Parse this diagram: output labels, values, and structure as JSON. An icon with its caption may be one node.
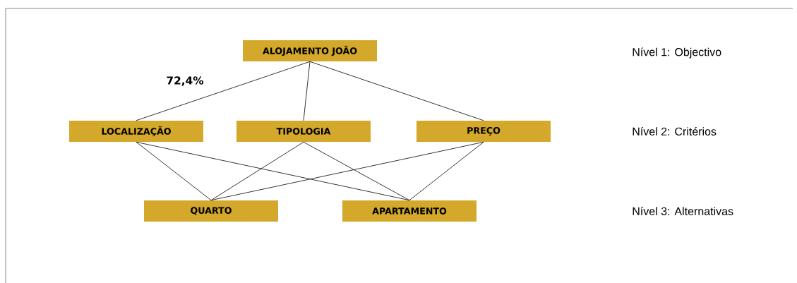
{
  "diagram": {
    "nodes": [
      {
        "text": [
          "ALOJAMENTO JOÃO"
        ]
      },
      {
        "text": [
          "LOCALIZAÇÃO"
        ]
      },
      {
        "text": [
          "TIPOLOGIA"
        ]
      },
      {
        "text": [
          "PREÇO"
        ]
      },
      {
        "text": [
          "QUARTO"
        ]
      },
      {
        "text": [
          "APARTAMENTO"
        ]
      }
    ],
    "edges": [
      {
        "from": 0,
        "to": 1,
        "arrow": "none",
        "label": "72,4%"
      },
      {
        "from": 0,
        "to": 2,
        "arrow": "none"
      },
      {
        "from": 0,
        "to": 3,
        "arrow": "none"
      },
      {
        "from": 1,
        "to": 4,
        "arrow": "none"
      },
      {
        "from": 1,
        "to": 5,
        "arrow": "none"
      },
      {
        "from": 2,
        "to": 4,
        "arrow": "none"
      },
      {
        "from": 2,
        "to": 5,
        "arrow": "none"
      },
      {
        "from": 3,
        "to": 4,
        "arrow": "none"
      },
      {
        "from": 3,
        "to": 5,
        "arrow": "none"
      }
    ],
    "labels": [
      "Nível 1: Objectivo",
      "Nível 2: Critérios",
      "Nível 3: Alternativas"
    ]
  }
}
